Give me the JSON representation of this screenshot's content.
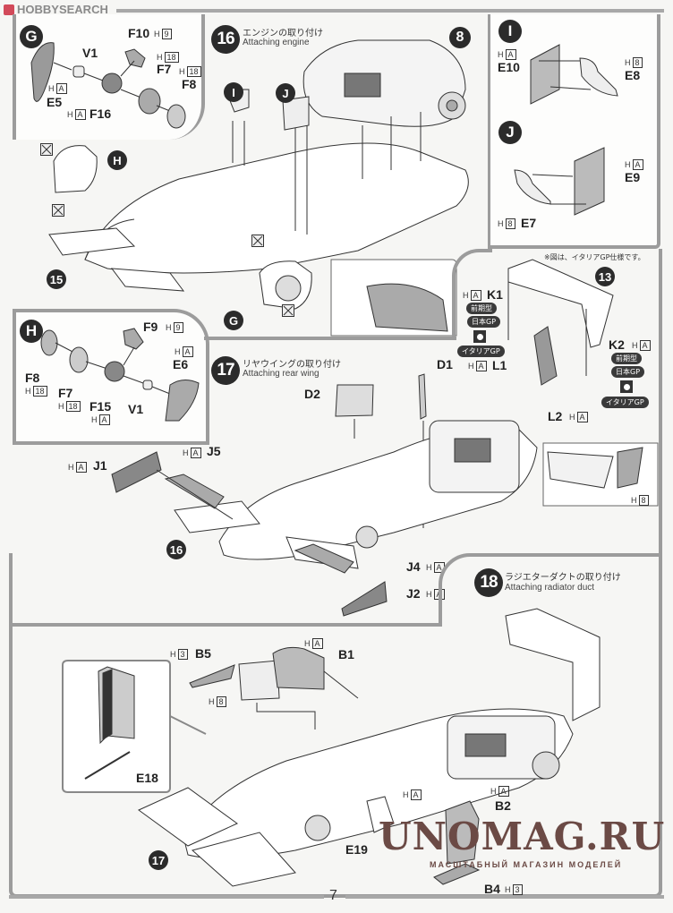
{
  "header": {
    "site_logo": "HOBBYSEARCH",
    "logo_icon": "hobbysearch-logo-icon"
  },
  "page": {
    "number": "7"
  },
  "subassembly_g": {
    "badge": "G",
    "parts": [
      {
        "id": "V1"
      },
      {
        "id": "F10",
        "material": "H",
        "runner": "9"
      },
      {
        "id": "F7",
        "material": "H",
        "runner": "18"
      },
      {
        "id": "F8",
        "material": "H",
        "runner": "18"
      },
      {
        "id": "E5",
        "material": "H",
        "runner": "A"
      },
      {
        "id": "F16",
        "material": "H",
        "runner": "A"
      }
    ]
  },
  "subassembly_h": {
    "badge": "H",
    "parts": [
      {
        "id": "F9",
        "material": "H",
        "runner": "9"
      },
      {
        "id": "E6",
        "material": "H",
        "runner": "A"
      },
      {
        "id": "F8",
        "material": "H",
        "runner": "18"
      },
      {
        "id": "F7",
        "material": "H",
        "runner": "18"
      },
      {
        "id": "F15",
        "material": "H",
        "runner": "A"
      },
      {
        "id": "V1"
      }
    ]
  },
  "subassembly_i": {
    "badge": "I",
    "parts": [
      {
        "id": "E10",
        "material": "H",
        "runner": "A"
      },
      {
        "id": "E8",
        "material": "H",
        "runner": "8"
      }
    ]
  },
  "subassembly_j": {
    "badge": "J",
    "parts": [
      {
        "id": "E9",
        "material": "H",
        "runner": "A"
      },
      {
        "id": "E7",
        "material": "H",
        "runner": "8"
      }
    ]
  },
  "step16": {
    "number": "16",
    "title_jp": "エンジンの取り付け",
    "title_en": "Attaching engine",
    "ref_badges": [
      "8",
      "15",
      "I",
      "J",
      "H",
      "G"
    ]
  },
  "step17": {
    "number": "17",
    "title_jp": "リヤウイングの取り付け",
    "title_en": "Attaching rear wing",
    "note": "※図は、イタリアGP仕様です。",
    "ref_badges": [
      "13",
      "16"
    ],
    "parts": [
      {
        "id": "D1"
      },
      {
        "id": "D2"
      },
      {
        "id": "K1",
        "material": "H",
        "runner": "A"
      },
      {
        "id": "K2",
        "material": "H",
        "runner": "A"
      },
      {
        "id": "L1",
        "material": "H",
        "runner": "A"
      },
      {
        "id": "L2",
        "material": "H",
        "runner": "A"
      },
      {
        "id": "J1",
        "material": "H",
        "runner": "A"
      },
      {
        "id": "J5",
        "material": "H",
        "runner": "A"
      },
      {
        "id": "J4",
        "material": "H",
        "runner": "A"
      },
      {
        "id": "J2",
        "material": "H",
        "runner": "A"
      }
    ],
    "variants": {
      "early": "前期型",
      "japan_gp": "日本GP",
      "italy_gp": "イタリアGP"
    },
    "detail_runner": {
      "material": "H",
      "runner": "8"
    }
  },
  "step18": {
    "number": "18",
    "title_jp": "ラジエターダクトの取り付け",
    "title_en": "Attaching radiator duct",
    "ref_badges": [
      "17"
    ],
    "parts": [
      {
        "id": "B5",
        "material": "H",
        "runner": "3"
      },
      {
        "id": "B1",
        "material": "H",
        "runner": "A"
      },
      {
        "id": "B2",
        "material": "H",
        "runner": "A"
      },
      {
        "id": "B4",
        "material": "H",
        "runner": "3"
      },
      {
        "id": "E18"
      },
      {
        "id": "E19"
      }
    ],
    "extra_runners": [
      {
        "material": "H",
        "runner": "8"
      },
      {
        "material": "H",
        "runner": "A"
      }
    ]
  },
  "watermark": {
    "title": "UNOMAG.RU",
    "subtitle": "МАСШТАБНЫЙ МАГАЗИН МОДЕЛЕЙ",
    "color": "#6b4a45"
  },
  "colors": {
    "frame": "#9c9c9c",
    "badge": "#2b2b2b",
    "part_fill": "#bdbdbd",
    "line": "#333333"
  }
}
